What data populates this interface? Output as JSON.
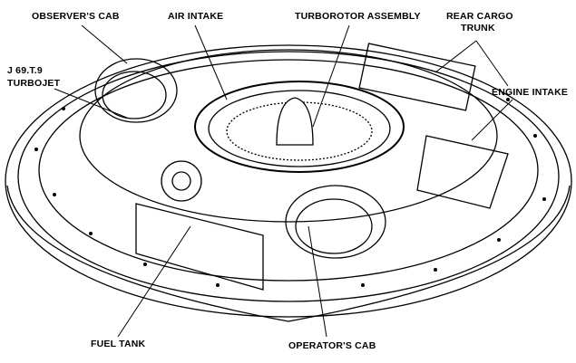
{
  "title": "Avrocar cutaway diagram",
  "labels": {
    "observers_cab": "OBSERVER'S CAB",
    "air_intake": "AIR INTAKE",
    "turborotor": "TURBOROTOR ASSEMBLY",
    "rear_cargo_1": "REAR CARGO",
    "rear_cargo_2": "TRUNK",
    "turbojet_1": "J 69.T.9",
    "turbojet_2": "TURBOJET",
    "engine_intake": "ENGINE INTAKE",
    "fuel_tank": "FUEL TANK",
    "operators_cab": "OPERATOR'S CAB"
  }
}
